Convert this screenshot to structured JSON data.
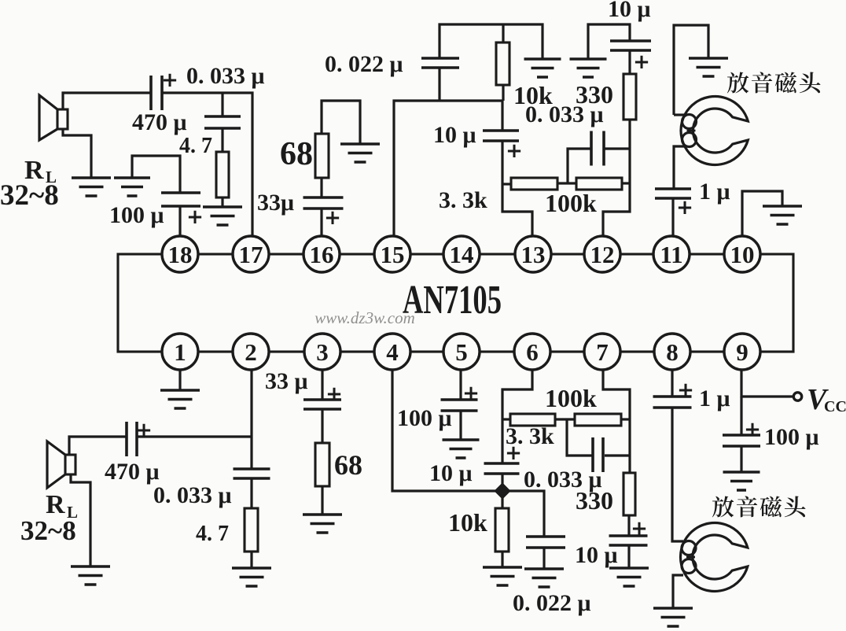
{
  "diagram": {
    "type": "circuit-schematic",
    "title": "AN7105"
  },
  "ic": {
    "part_number": "AN7105",
    "watermark": "www.dz3w.com",
    "pins_top": [
      "18",
      "17",
      "16",
      "15",
      "14",
      "13",
      "12",
      "11",
      "10"
    ],
    "pins_bottom": [
      "1",
      "2",
      "3",
      "4",
      "5",
      "6",
      "7",
      "8",
      "9"
    ]
  },
  "symbols": {
    "plus": "+",
    "vcc_v": "V",
    "vcc_sub": "CC",
    "speaker_r": "R",
    "speaker_r_sub": "L",
    "speaker_impedance": "32~8",
    "head_label": "放音磁头"
  },
  "top_channel": {
    "coupling_cap": "470 μ",
    "zobel_cap": "0. 033 μ",
    "zobel_res": "4. 7",
    "bypass_cap": "100 μ",
    "feedback_cap": "33μ",
    "feedback_res": "68",
    "ripple_cap": "0. 022 μ",
    "bias_res": "10k",
    "input_cap": "10 μ",
    "gain_res_1": "3. 3k",
    "gain_res_2": "100k",
    "eq_cap": "0. 033 μ",
    "eq_res": "330",
    "decouple_cap": "10 μ",
    "head_cap": "1 μ"
  },
  "bottom_channel": {
    "coupling_cap": "470 μ",
    "zobel_cap": "0. 033 μ",
    "zobel_res": "4. 7",
    "bypass_cap": "100 μ",
    "feedback_cap": "33 μ",
    "feedback_res": "68",
    "ripple_cap": "0. 022 μ",
    "bias_res": "10k",
    "input_cap": "10 μ",
    "gain_res_1": "3. 3k",
    "gain_res_2": "100k",
    "eq_cap": "0. 033 μ",
    "eq_res": "330",
    "decouple_cap": "10 μ",
    "head_cap": "1 μ",
    "supply_cap": "100 μ"
  }
}
